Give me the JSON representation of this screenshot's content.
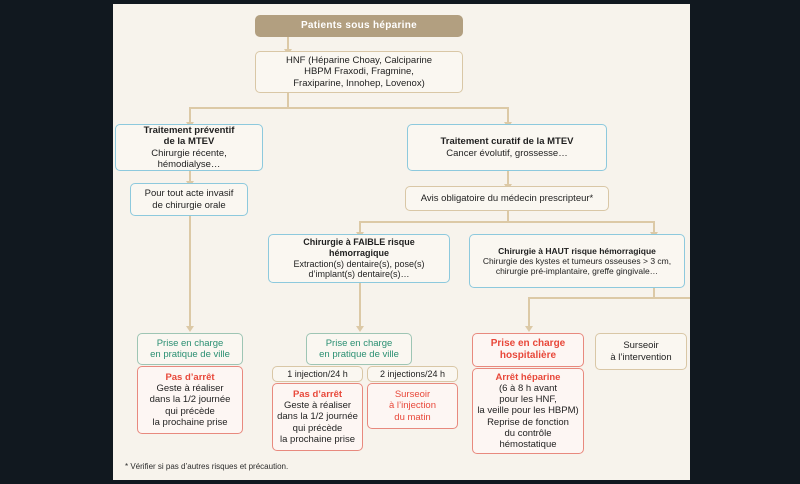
{
  "figure": {
    "background_canvas_color": "#f7f3ec",
    "page_background_color": "#11181f",
    "accent_connector_color": "#dcc9a6",
    "header_color": "#b29f80",
    "blue_border_color": "#8dc9dd",
    "green_text_color": "#2a8f72",
    "red_text_color": "#e8483a"
  },
  "nodes": {
    "header": {
      "label": "Patients sous héparine"
    },
    "drugs": {
      "line1": "HNF (Héparine Choay, Calciparine",
      "line2": "HBPM Fraxodi, Fragmine,",
      "line3": "Fraxiparine, Innohep, Lovenox)"
    },
    "preventif": {
      "title_line1": "Traitement préventif",
      "title_line2": "de la MTEV",
      "sub_line1": "Chirurgie récente,",
      "sub_line2": "hémodialyse…"
    },
    "curatif": {
      "title": "Traitement curatif de la MTEV",
      "sub": "Cancer évolutif, grossesse…"
    },
    "acte_invasif": {
      "line1": "Pour tout acte invasif",
      "line2": "de chirurgie orale"
    },
    "avis": {
      "label": "Avis obligatoire du médecin prescripteur*"
    },
    "faible": {
      "title": "Chirurgie à FAIBLE risque hémorragique",
      "sub_line1": "Extraction(s) dentaire(s), pose(s)",
      "sub_line2": "d’implant(s) dentaire(s)…"
    },
    "haut": {
      "title": "Chirurgie à HAUT risque hémorragique",
      "sub_line1": "Chirurgie des kystes et tumeurs osseuses > 3 cm,",
      "sub_line2": "chirurgie pré-implantaire, greffe gingivale…"
    },
    "ville_left": {
      "line1": "Prise en charge",
      "line2": "en pratique de ville"
    },
    "ville_mid": {
      "line1": "Prise en charge",
      "line2": "en pratique de ville"
    },
    "hospitaliere": {
      "line1": "Prise en charge",
      "line2": "hospitalière"
    },
    "surseoir_intervention": {
      "line1": "Surseoir",
      "line2": "à l’intervention"
    },
    "pas_arret_left": {
      "title": "Pas d’arrêt",
      "line1": "Geste à réaliser",
      "line2": "dans la 1/2 journée",
      "line3": "qui précède",
      "line4": "la prochaine prise"
    },
    "inj1_label": {
      "label": "1 injection/24 h"
    },
    "inj2_label": {
      "label": "2 injections/24 h"
    },
    "pas_arret_mid": {
      "title": "Pas d’arrêt",
      "line1": "Geste à réaliser",
      "line2": "dans la 1/2 journée",
      "line3": "qui précède",
      "line4": "la prochaine prise"
    },
    "surseoir_injection": {
      "line1": "Surseoir",
      "line2": "à l’injection",
      "line3": "du matin"
    },
    "arret_heparine": {
      "title": "Arrêt héparine",
      "line1": "(6 à 8 h avant",
      "line2": "pour les HNF,",
      "line3": "la veille pour les HBPM)",
      "line4": "Reprise de fonction",
      "line5": "du contrôle",
      "line6": "hémostatique"
    }
  },
  "footnote": {
    "text": "* Vérifier si pas d’autres risques et précaution."
  }
}
